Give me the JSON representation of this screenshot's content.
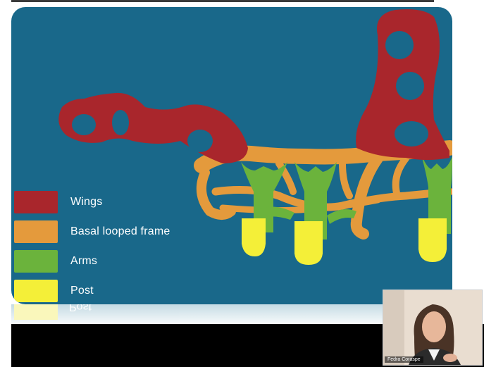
{
  "legend": [
    {
      "label": "Wings",
      "color": "#a9262c"
    },
    {
      "label": "Basal looped frame",
      "color": "#e49a3c"
    },
    {
      "label": "Arms",
      "color": "#6bb33c"
    },
    {
      "label": "Post",
      "color": "#f4ef38"
    }
  ],
  "reflection_text": "Post",
  "webcam": {
    "participant_name": "Fedra Coraspe"
  },
  "colors": {
    "slide_bg": "#19688a",
    "wing": "#a9262c",
    "frame": "#e49a3c",
    "arm": "#6bb33c",
    "post": "#f4ef38"
  }
}
